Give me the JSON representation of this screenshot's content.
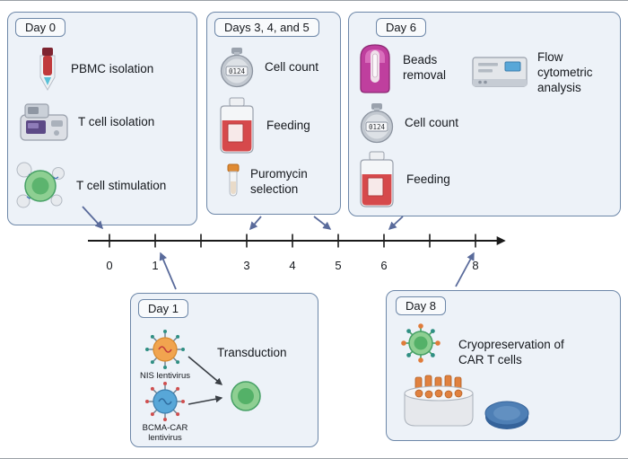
{
  "figure": {
    "panels": {
      "day0": {
        "label": "Day 0",
        "items": [
          {
            "label": "PBMC isolation"
          },
          {
            "label": "T cell isolation"
          },
          {
            "label": "T cell stimulation"
          }
        ]
      },
      "days345": {
        "label": "Days 3, 4, and 5",
        "items": [
          {
            "label": "Cell count"
          },
          {
            "label": "Feeding"
          },
          {
            "label": "Puromycin selection"
          }
        ]
      },
      "day6": {
        "label": "Day 6",
        "items": [
          {
            "label": "Beads removal"
          },
          {
            "label": "Flow cytometric analysis"
          },
          {
            "label": "Cell count"
          },
          {
            "label": "Feeding"
          }
        ]
      },
      "day1": {
        "label": "Day 1",
        "viruses": [
          {
            "label": "NIS lentivirus"
          },
          {
            "label": "BCMA-CAR lentivirus"
          }
        ],
        "action": "Transduction"
      },
      "day8": {
        "label": "Day 8",
        "action": "Cryopreservation of CAR T cells"
      }
    },
    "timeline": {
      "tick_labels": [
        "0",
        "1",
        "3",
        "4",
        "5",
        "6",
        "8"
      ]
    },
    "icons": {
      "counter_display": "0124"
    },
    "colors": {
      "panel_bg": "#edf2f8",
      "panel_border": "#6d87a8",
      "arrow_blue": "#5a6b9b",
      "timeline_black": "#1a1a1a",
      "virus_orange": "#f1a44f",
      "virus_blue": "#58a7d8",
      "cell_green": "#8ecf92"
    }
  }
}
